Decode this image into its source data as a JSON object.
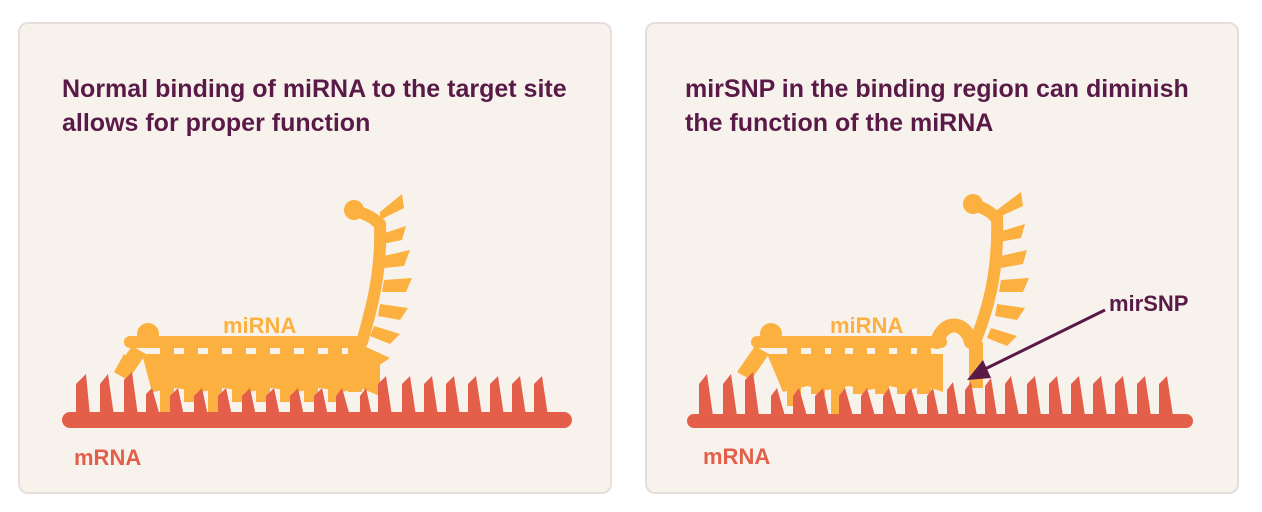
{
  "panels": [
    {
      "title": "Normal binding of miRNA to the target site allows for proper function",
      "mirna_label": "miRNA",
      "mrna_label": "mRNA"
    },
    {
      "title": "mirSNP in the binding region can diminish the function of the miRNA",
      "mirna_label": "miRNA",
      "mrna_label": "mRNA",
      "snp_label": "mirSNP"
    }
  ],
  "colors": {
    "mirna": "#fbb040",
    "mrna": "#e35f4a",
    "title": "#5a1a48",
    "panel_bg": "#f8f2ed",
    "panel_border": "#e6dedb"
  }
}
